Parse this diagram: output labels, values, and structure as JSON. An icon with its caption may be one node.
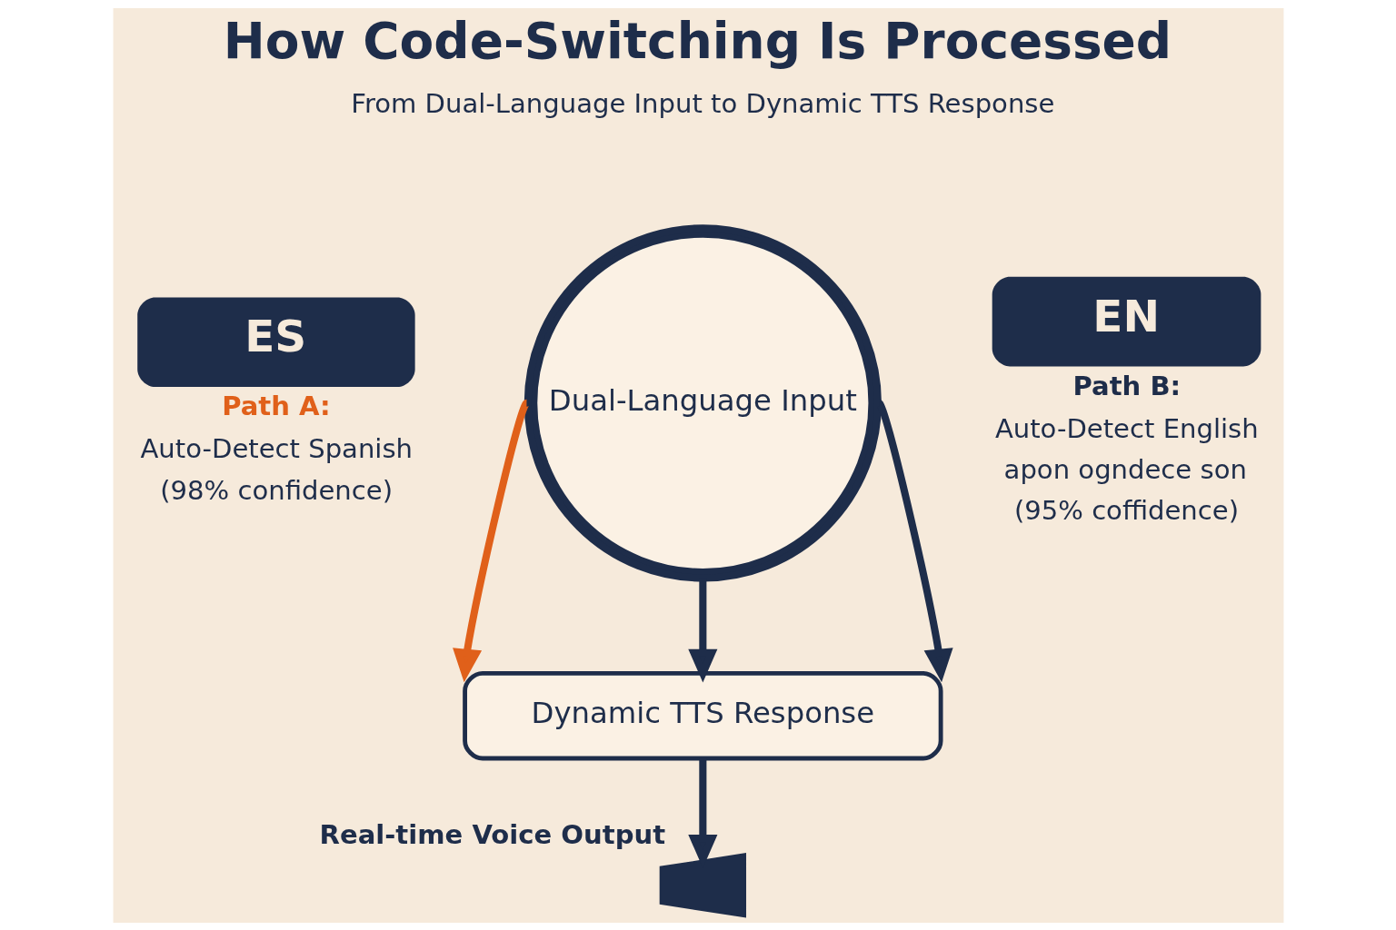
{
  "diagram": {
    "title": "How Code-Switching Is Processed",
    "nodes": [
      {
        "text": [
          "ES"
        ],
        "beside": [
          "Path A:",
          "Auto-Detect Spanish",
          "(98% confidence)"
        ]
      },
      {
        "text": [
          "Dual-Language Input"
        ]
      },
      {
        "text": [
          "EN"
        ],
        "beside": [
          "Path B:",
          "Auto-Detect English",
          "apon ogndece son",
          "(95% coffidence)"
        ]
      },
      {
        "text": [
          "Dynamic TTS Response"
        ]
      },
      {
        "text": [],
        "shape": "speaker",
        "beside": [
          "Real-time Voice Output"
        ]
      }
    ],
    "edges": [
      {
        "from": 1,
        "to": 3,
        "arrow": "to",
        "color": "#e0601a"
      },
      {
        "from": 1,
        "to": 3,
        "arrow": "to"
      },
      {
        "from": 1,
        "to": 3,
        "arrow": "to"
      },
      {
        "from": 3,
        "to": 4,
        "arrow": "to"
      }
    ],
    "labels": [
      "From Dual-Language Input to Dynamic TTS Response"
    ]
  }
}
